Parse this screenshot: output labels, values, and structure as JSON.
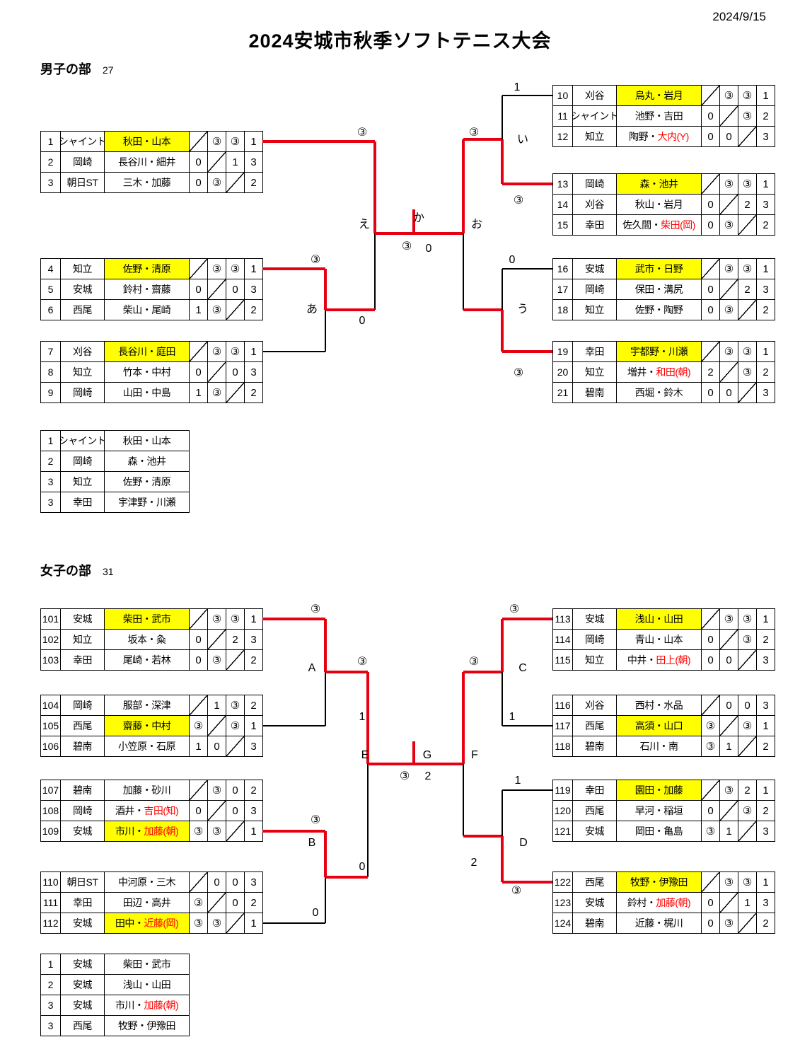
{
  "header": {
    "date": "2024/9/15",
    "title": "2024安城市秋季ソフトテニス大会"
  },
  "men": {
    "section": "男子の部",
    "count": "27",
    "groups": [
      [
        {
          "no": "1",
          "team": "シャイント",
          "n": "秋田・山本",
          "hl": true,
          "sc": [
            "\\",
            "③",
            "③",
            "1"
          ]
        },
        {
          "no": "2",
          "team": "岡崎",
          "n": "長谷川・細井",
          "sc": [
            "0",
            "\\",
            "1",
            "3"
          ]
        },
        {
          "no": "3",
          "team": "朝日ST",
          "n": "三木・加藤",
          "sc": [
            "0",
            "③",
            "\\",
            "2"
          ]
        }
      ],
      [
        {
          "no": "4",
          "team": "知立",
          "n": "佐野・清原",
          "hl": true,
          "sc": [
            "\\",
            "③",
            "③",
            "1"
          ]
        },
        {
          "no": "5",
          "team": "安城",
          "n": "鈴村・齋藤",
          "sc": [
            "0",
            "\\",
            "0",
            "3"
          ]
        },
        {
          "no": "6",
          "team": "西尾",
          "n": "柴山・尾崎",
          "sc": [
            "1",
            "③",
            "\\",
            "2"
          ]
        }
      ],
      [
        {
          "no": "7",
          "team": "刈谷",
          "n": "長谷川・庭田",
          "hl": true,
          "sc": [
            "\\",
            "③",
            "③",
            "1"
          ]
        },
        {
          "no": "8",
          "team": "知立",
          "n": "竹本・中村",
          "sc": [
            "0",
            "\\",
            "0",
            "3"
          ]
        },
        {
          "no": "9",
          "team": "岡崎",
          "n": "山田・中島",
          "sc": [
            "1",
            "③",
            "\\",
            "2"
          ]
        }
      ],
      [
        {
          "no": "10",
          "team": "刈谷",
          "n": "烏丸・岩月",
          "hl": true,
          "sc": [
            "\\",
            "③",
            "③",
            "1"
          ]
        },
        {
          "no": "11",
          "team": "シャイント",
          "n": "池野・吉田",
          "sc": [
            "0",
            "\\",
            "③",
            "2"
          ]
        },
        {
          "no": "12",
          "team": "知立",
          "n": "陶野・",
          "r": "大内(Y)",
          "sc": [
            "0",
            "0",
            "\\",
            "3"
          ]
        }
      ],
      [
        {
          "no": "13",
          "team": "岡崎",
          "n": "森・池井",
          "hl": true,
          "sc": [
            "\\",
            "③",
            "③",
            "1"
          ]
        },
        {
          "no": "14",
          "team": "刈谷",
          "n": "秋山・岩月",
          "sc": [
            "0",
            "\\",
            "2",
            "3"
          ]
        },
        {
          "no": "15",
          "team": "幸田",
          "n": "佐久間・",
          "r": "柴田(岡)",
          "sc": [
            "0",
            "③",
            "\\",
            "2"
          ]
        }
      ],
      [
        {
          "no": "16",
          "team": "安城",
          "n": "武市・日野",
          "hl": true,
          "sc": [
            "\\",
            "③",
            "③",
            "1"
          ]
        },
        {
          "no": "17",
          "team": "岡崎",
          "n": "保田・溝尻",
          "sc": [
            "0",
            "\\",
            "2",
            "3"
          ]
        },
        {
          "no": "18",
          "team": "知立",
          "n": "佐野・陶野",
          "sc": [
            "0",
            "③",
            "\\",
            "2"
          ]
        }
      ],
      [
        {
          "no": "19",
          "team": "幸田",
          "n": "宇都野・川瀬",
          "hl": true,
          "sc": [
            "\\",
            "③",
            "③",
            "1"
          ]
        },
        {
          "no": "20",
          "team": "知立",
          "n": "増井・",
          "r": "和田(朝)",
          "sc": [
            "2",
            "\\",
            "③",
            "2"
          ]
        },
        {
          "no": "21",
          "team": "碧南",
          "n": "西堀・鈴木",
          "sc": [
            "0",
            "0",
            "\\",
            "3"
          ]
        }
      ]
    ],
    "standings": [
      {
        "no": "1",
        "team": "シャイント",
        "n": "秋田・山本"
      },
      {
        "no": "2",
        "team": "岡崎",
        "n": "森・池井"
      },
      {
        "no": "3",
        "team": "知立",
        "n": "佐野・清原"
      },
      {
        "no": "3",
        "team": "幸田",
        "n": "宇津野・川瀬"
      }
    ],
    "labels": {
      "e_top": "③",
      "o_top": "③",
      "i_top": "1",
      "i_name": "い",
      "i_bottom": "③",
      "u_top": "0",
      "u_name": "う",
      "u_bottom": "③",
      "a_name": "あ",
      "a_top": "③",
      "e_bottom": "0",
      "lbl_e": "え",
      "lbl_ka": "か",
      "lbl_o": "お",
      "final_left": "③",
      "final_right": "0"
    }
  },
  "women": {
    "section": "女子の部",
    "count": "31",
    "groups": [
      [
        {
          "no": "101",
          "team": "安城",
          "n": "柴田・武市",
          "hl": true,
          "sc": [
            "\\",
            "③",
            "③",
            "1"
          ]
        },
        {
          "no": "102",
          "team": "知立",
          "n": "坂本・粂",
          "sc": [
            "0",
            "\\",
            "2",
            "3"
          ]
        },
        {
          "no": "103",
          "team": "幸田",
          "n": "尾崎・若林",
          "sc": [
            "0",
            "③",
            "\\",
            "2"
          ]
        }
      ],
      [
        {
          "no": "104",
          "team": "岡崎",
          "n": "服部・深津",
          "sc": [
            "\\",
            "1",
            "③",
            "2"
          ]
        },
        {
          "no": "105",
          "team": "西尾",
          "n": "齋藤・中村",
          "hl": true,
          "sc": [
            "③",
            "\\",
            "③",
            "1"
          ]
        },
        {
          "no": "106",
          "team": "碧南",
          "n": "小笠原・石原",
          "sc": [
            "1",
            "0",
            "\\",
            "3"
          ]
        }
      ],
      [
        {
          "no": "107",
          "team": "碧南",
          "n": "加藤・砂川",
          "sc": [
            "\\",
            "③",
            "0",
            "2"
          ]
        },
        {
          "no": "108",
          "team": "岡崎",
          "n": "酒井・",
          "r": "吉田(知)",
          "sc": [
            "0",
            "\\",
            "0",
            "3"
          ]
        },
        {
          "no": "109",
          "team": "安城",
          "n": "市川・",
          "r": "加藤(朝)",
          "hl": true,
          "sc": [
            "③",
            "③",
            "\\",
            "1"
          ]
        }
      ],
      [
        {
          "no": "110",
          "team": "朝日ST",
          "n": "中河原・三木",
          "sc": [
            "\\",
            "0",
            "0",
            "3"
          ]
        },
        {
          "no": "111",
          "team": "幸田",
          "n": "田辺・高井",
          "sc": [
            "③",
            "\\",
            "0",
            "2"
          ]
        },
        {
          "no": "112",
          "team": "安城",
          "n": "田中・",
          "r": "近藤(岡)",
          "hl": true,
          "sc": [
            "③",
            "③",
            "\\",
            "1"
          ]
        }
      ],
      [
        {
          "no": "113",
          "team": "安城",
          "n": "浅山・山田",
          "hl": true,
          "sc": [
            "\\",
            "③",
            "③",
            "1"
          ]
        },
        {
          "no": "114",
          "team": "岡崎",
          "n": "青山・山本",
          "sc": [
            "0",
            "\\",
            "③",
            "2"
          ]
        },
        {
          "no": "115",
          "team": "知立",
          "n": "中井・",
          "r": "田上(朝)",
          "sc": [
            "0",
            "0",
            "\\",
            "3"
          ]
        }
      ],
      [
        {
          "no": "116",
          "team": "刈谷",
          "n": "西村・水品",
          "sc": [
            "\\",
            "0",
            "0",
            "3"
          ]
        },
        {
          "no": "117",
          "team": "西尾",
          "n": "高須・山口",
          "hl": true,
          "sc": [
            "③",
            "\\",
            "③",
            "1"
          ]
        },
        {
          "no": "118",
          "team": "碧南",
          "n": "石川・南",
          "sc": [
            "③",
            "1",
            "\\",
            "2"
          ]
        }
      ],
      [
        {
          "no": "119",
          "team": "幸田",
          "n": "園田・加藤",
          "hl": true,
          "sc": [
            "\\",
            "③",
            "2",
            "1"
          ]
        },
        {
          "no": "120",
          "team": "西尾",
          "n": "早河・稲垣",
          "sc": [
            "0",
            "\\",
            "③",
            "2"
          ]
        },
        {
          "no": "121",
          "team": "安城",
          "n": "岡田・亀島",
          "sc": [
            "③",
            "1",
            "\\",
            "3"
          ]
        }
      ],
      [
        {
          "no": "122",
          "team": "西尾",
          "n": "牧野・伊豫田",
          "hl": true,
          "sc": [
            "\\",
            "③",
            "③",
            "1"
          ]
        },
        {
          "no": "123",
          "team": "安城",
          "n": "鈴村・",
          "r": "加藤(朝)",
          "sc": [
            "0",
            "\\",
            "1",
            "3"
          ]
        },
        {
          "no": "124",
          "team": "碧南",
          "n": "近藤・梶川",
          "sc": [
            "0",
            "③",
            "\\",
            "2"
          ]
        }
      ]
    ],
    "standings": [
      {
        "no": "1",
        "team": "安城",
        "n": "柴田・武市"
      },
      {
        "no": "2",
        "team": "安城",
        "n": "浅山・山田"
      },
      {
        "no": "3",
        "team": "安城",
        "n": "市川・",
        "r": "加藤(朝)"
      },
      {
        "no": "3",
        "team": "西尾",
        "n": "牧野・伊豫田"
      }
    ],
    "labels": {
      "a_top": "③",
      "lbl_A": "A",
      "a_bottom": "1",
      "e_top": "③",
      "lbl_B": "B",
      "b_top": "③",
      "b_bottom": "0",
      "e_bottom": "0",
      "lbl_E": "E",
      "lbl_G": "G",
      "lbl_F": "F",
      "final_left": "③",
      "final_right": "2",
      "c_top": "③",
      "lbl_C": "C",
      "c_bottom": "1",
      "f_top": "③",
      "d_top": "1",
      "lbl_D": "D",
      "d_bottom": "③",
      "f_bottom": "2"
    }
  }
}
